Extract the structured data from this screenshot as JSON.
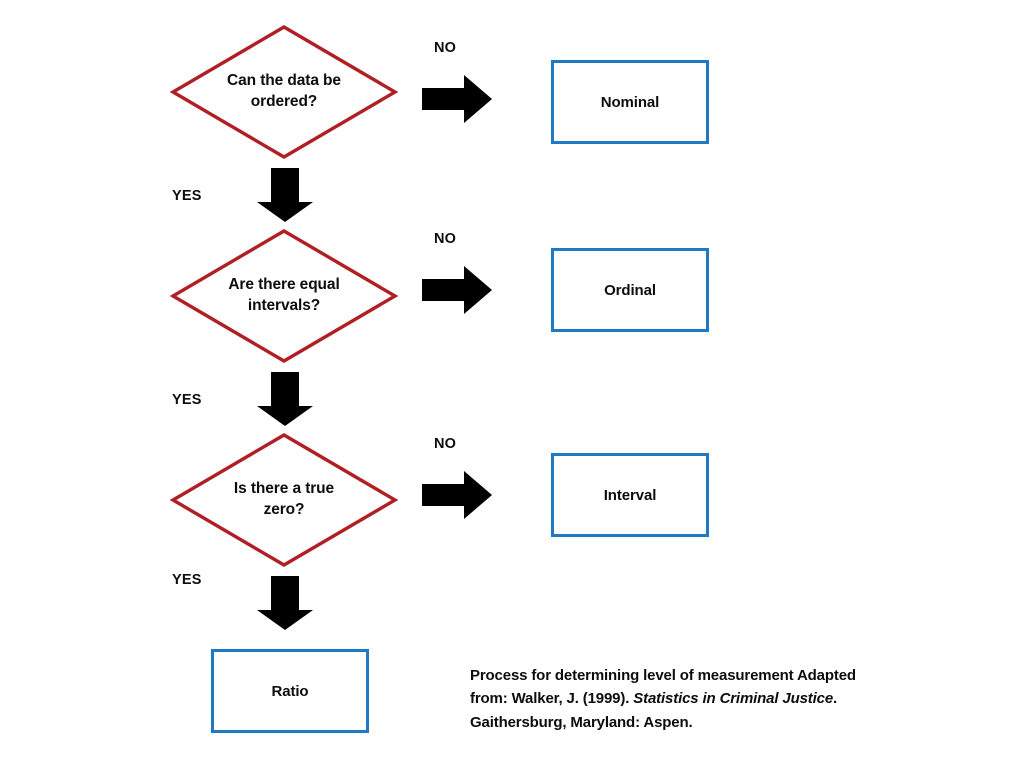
{
  "page": {
    "title": "Process for determining level of measurement",
    "background_color": "#ffffff"
  },
  "colors": {
    "diamond_stroke": "#B01F24",
    "box_stroke": "#2079C3",
    "arrow_fill": "#000000",
    "text": "#0D0D0D"
  },
  "flow": {
    "decisions": [
      {
        "id": "order",
        "label": "Can the data be ordered?",
        "no_label": "NO",
        "yes_label": "YES"
      },
      {
        "id": "equal-intervals",
        "label": "Are there equal intervals?",
        "no_label": "NO",
        "yes_label": "YES"
      },
      {
        "id": "true-zero",
        "label": "Is there a true zero?",
        "no_label": "NO",
        "yes_label": "YES"
      }
    ],
    "outcomes": [
      {
        "id": "nominal",
        "label": "Nominal"
      },
      {
        "id": "ordinal",
        "label": "Ordinal"
      },
      {
        "id": "interval",
        "label": "Interval"
      },
      {
        "id": "ratio",
        "label": "Ratio"
      }
    ]
  },
  "caption": {
    "line1": "Process for determining level of measurement",
    "line2_plain": "Adapted  from: Walker, J. (1999).",
    "line2_italic": "Statistics in",
    "line3_italic": "Criminal Justice",
    "line3_plain": ".  Gaithersburg, Maryland:",
    "line4_plain": "Aspen."
  },
  "icons": {
    "arrow_right": "arrow-right-icon",
    "arrow_down": "arrow-down-icon"
  }
}
